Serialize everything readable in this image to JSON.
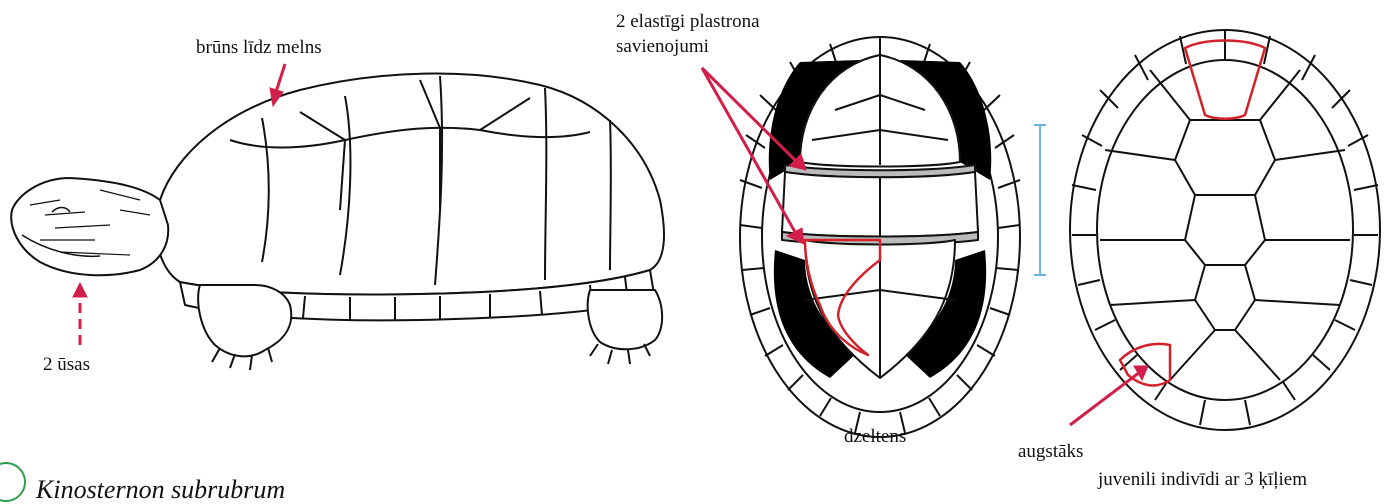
{
  "labels": {
    "shell_color": "brūns līdz melns",
    "hinges": [
      "2 elastīgi plastrona",
      "savienojumi"
    ],
    "barbels": "2 ūsas",
    "plastron_color": "dzeltens",
    "higher": "augstāks",
    "juvenile": "juvenili indivīdi ar 3 ķīļiem",
    "species": "Kinosternon subrubrum"
  },
  "colors": {
    "arrow": "#d11f4a",
    "highlight": "#d2232a",
    "scale_bar": "#3aa0d8",
    "badge": "#2e9e4f"
  }
}
